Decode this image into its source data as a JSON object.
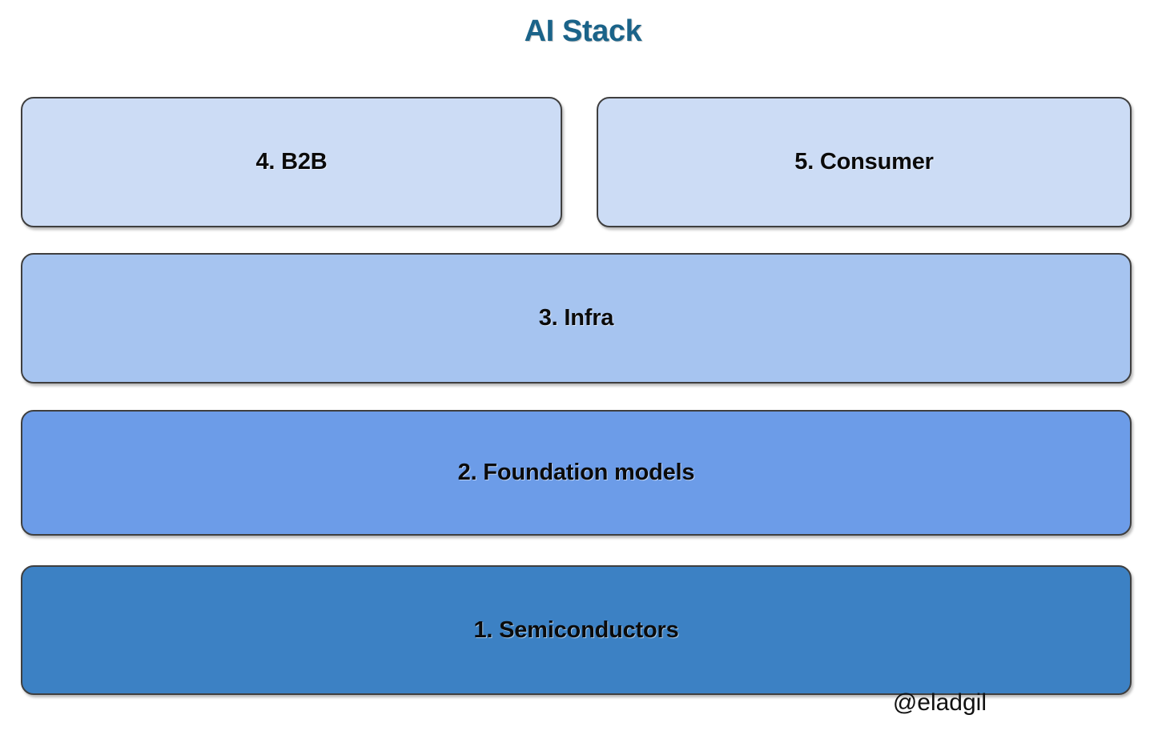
{
  "title": "AI Stack",
  "title_color": "#1a6389",
  "background_color": "#ffffff",
  "border_color": "#3f3f3f",
  "attribution": "@eladgil",
  "chart_data": {
    "type": "diagram",
    "title": "AI Stack",
    "layers": [
      {
        "index": 5,
        "label": "5. Consumer",
        "fill": "#ccdcf5",
        "row": 1,
        "column": "right"
      },
      {
        "index": 4,
        "label": "4. B2B",
        "fill": "#ccdcf5",
        "row": 1,
        "column": "left"
      },
      {
        "index": 3,
        "label": "3. Infra",
        "fill": "#a6c4f0",
        "row": 2,
        "column": "full"
      },
      {
        "index": 2,
        "label": "2. Foundation models",
        "fill": "#6c9ce8",
        "row": 3,
        "column": "full"
      },
      {
        "index": 1,
        "label": "1. Semiconductors",
        "fill": "#3c81c4",
        "row": 4,
        "column": "full"
      }
    ]
  },
  "layers": {
    "b2b": {
      "label": "4. B2B",
      "fill": "#ccdcf5"
    },
    "consumer": {
      "label": "5. Consumer",
      "fill": "#ccdcf5"
    },
    "infra": {
      "label": "3. Infra",
      "fill": "#a6c4f0"
    },
    "foundation": {
      "label": "2. Foundation models",
      "fill": "#6c9ce8"
    },
    "semiconductors": {
      "label": "1. Semiconductors",
      "fill": "#3c81c4"
    }
  }
}
